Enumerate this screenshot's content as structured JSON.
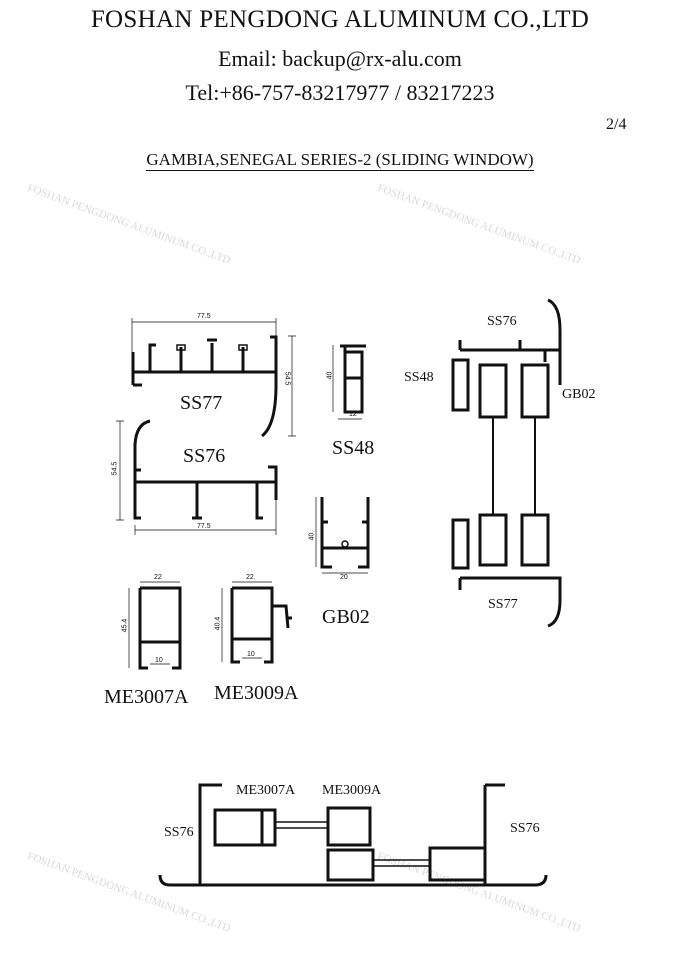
{
  "header": {
    "company": "FOSHAN PENGDONG ALUMINUM CO.,LTD",
    "email": "Email: backup@rx-alu.com",
    "tel": "Tel:+86-757-83217977  /  83217223",
    "page": "2/4"
  },
  "series_title": "GAMBIA,SENEGAL SERIES-2 (SLIDING WINDOW)",
  "watermark": "FOSHAN PENGDONG ALUMINUM CO.,LTD",
  "profiles": {
    "ss77": {
      "label": "SS77",
      "width": "77.5",
      "height": "54.5"
    },
    "ss76": {
      "label": "SS76",
      "width": "77.5",
      "height": "54.5"
    },
    "ss48": {
      "label": "SS48",
      "height": "40",
      "width": "12"
    },
    "gb02": {
      "label": "GB02",
      "height": "40",
      "width": "20"
    },
    "me3007a": {
      "label": "ME3007A",
      "width": "22",
      "height": "45.4",
      "slot": "10"
    },
    "me3009a": {
      "label": "ME3009A",
      "width": "22",
      "height": "40.4",
      "slot": "10"
    }
  },
  "assembly_vertical": {
    "top": "SS76",
    "left": "SS48",
    "right": "GB02",
    "bottom": "SS77"
  },
  "assembly_horizontal": {
    "sash1": "ME3007A",
    "sash2": "ME3009A",
    "frame_left": "SS76",
    "frame_right": "SS76"
  }
}
